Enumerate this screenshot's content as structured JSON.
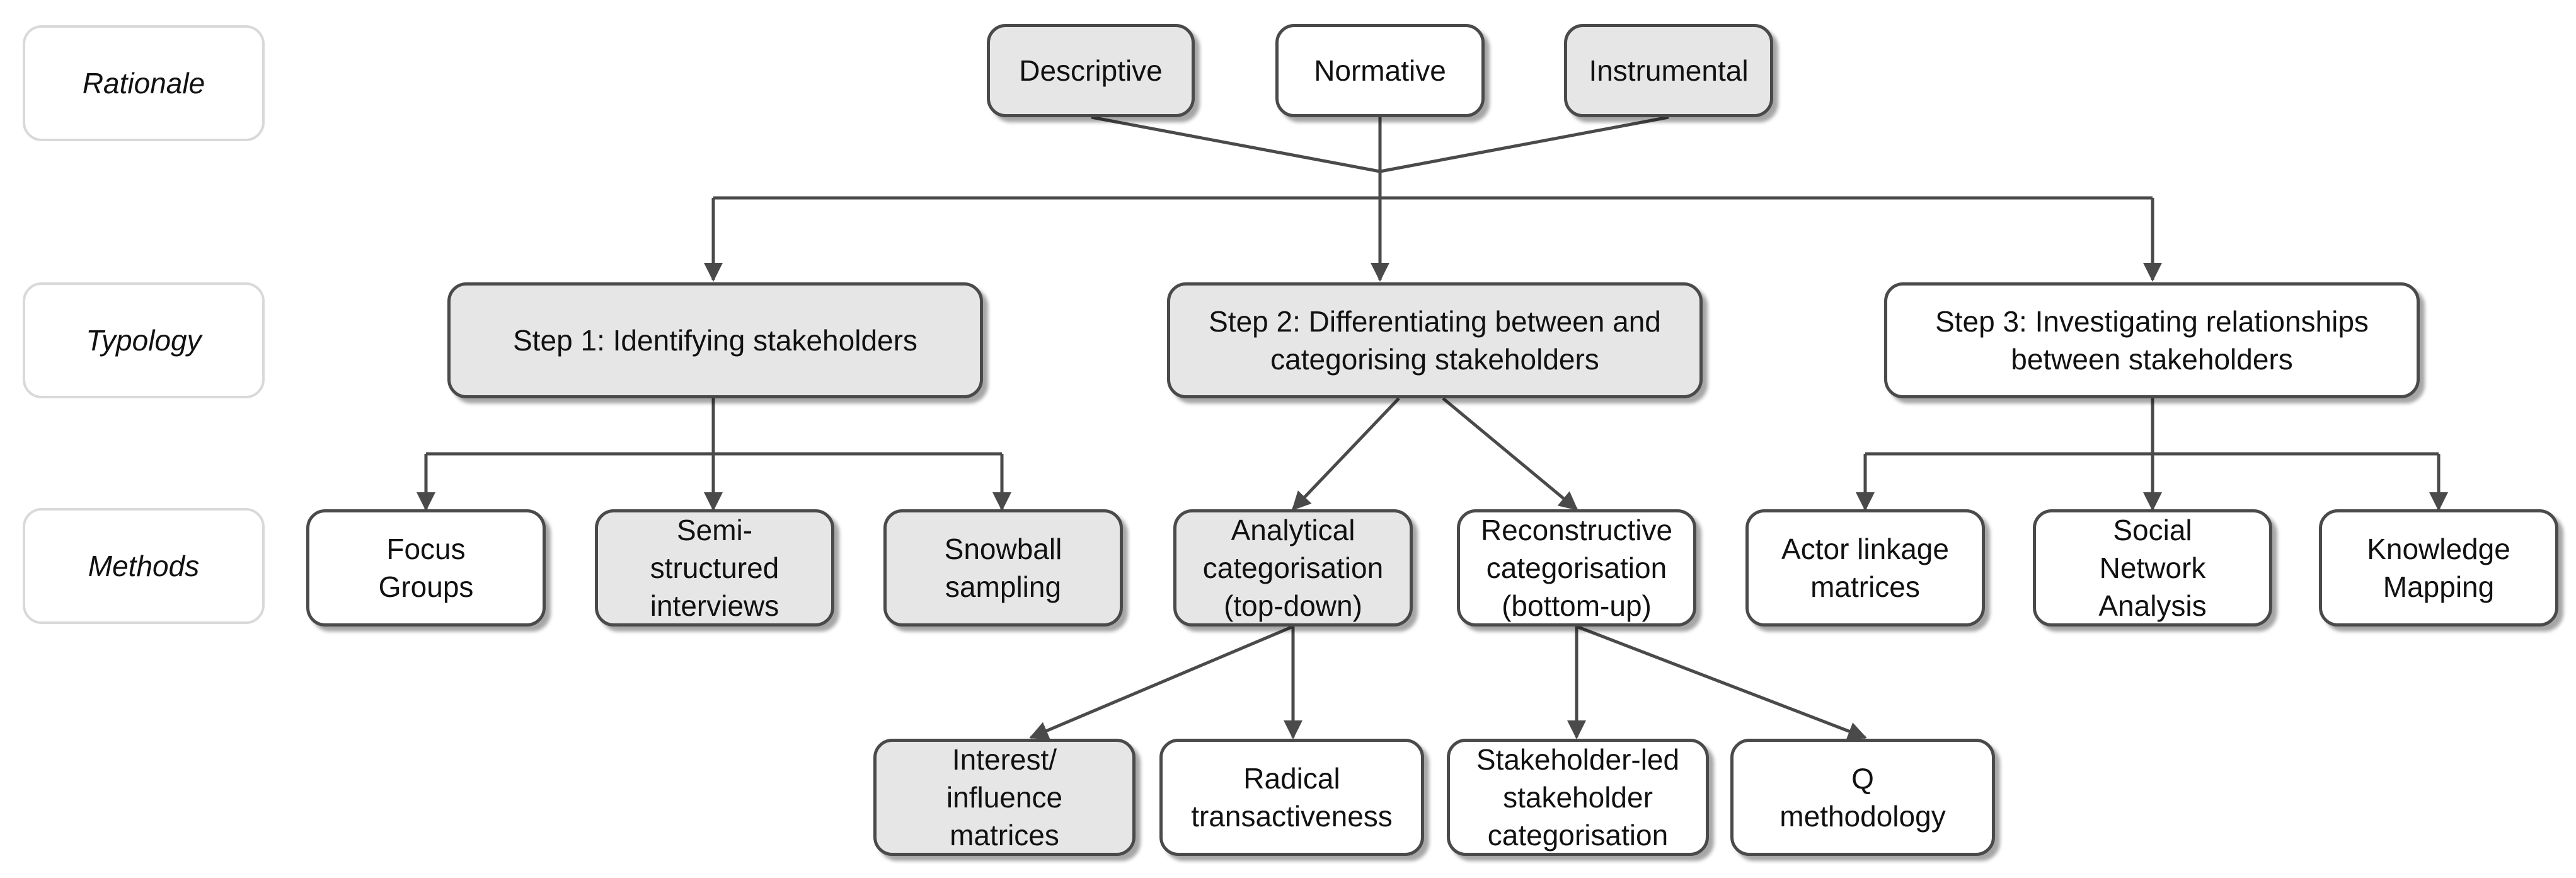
{
  "labels": {
    "rationale": "Rationale",
    "typology": "Typology",
    "methods": "Methods"
  },
  "rationale": {
    "descriptive": "Descriptive",
    "normative": "Normative",
    "instrumental": "Instrumental"
  },
  "steps": {
    "step1": "Step 1: Identifying stakeholders",
    "step2": "Step 2: Differentiating between and\ncategorising stakeholders",
    "step3": "Step 3: Investigating relationships\nbetween stakeholders"
  },
  "methods": {
    "focus_groups": "Focus\nGroups",
    "semi_structured": "Semi-\nstructured\ninterviews",
    "snowball": "Snowball\nsampling",
    "analytical": "Analytical\ncategorisation\n(top-down)",
    "reconstructive": "Reconstructive\ncategorisation\n(bottom-up)",
    "actor_linkage": "Actor linkage\nmatrices",
    "sna": "Social\nNetwork\nAnalysis",
    "knowledge_mapping": "Knowledge\nMapping"
  },
  "submethods": {
    "interest_influence": "Interest/\ninfluence\nmatrices",
    "radical": "Radical\ntransactiveness",
    "stakeholder_led": "Stakeholder-led\nstakeholder\ncategorisation",
    "q_method": "Q\nmethodology"
  },
  "colors": {
    "shaded_box": "#e6e6e6",
    "plain_box": "#ffffff",
    "connector": "#4a4a4a"
  }
}
